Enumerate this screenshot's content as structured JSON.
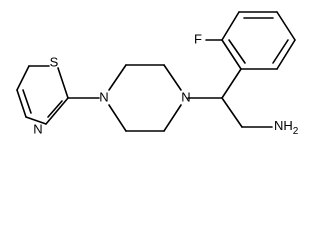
{
  "atoms": {
    "fluorine": "F",
    "sulfur": "S",
    "thiazole_nitrogen": "N",
    "piperazine_nitrogen_left": "N",
    "piperazine_nitrogen_right": "N",
    "amine": "NH",
    "amine_subscript": "2"
  }
}
